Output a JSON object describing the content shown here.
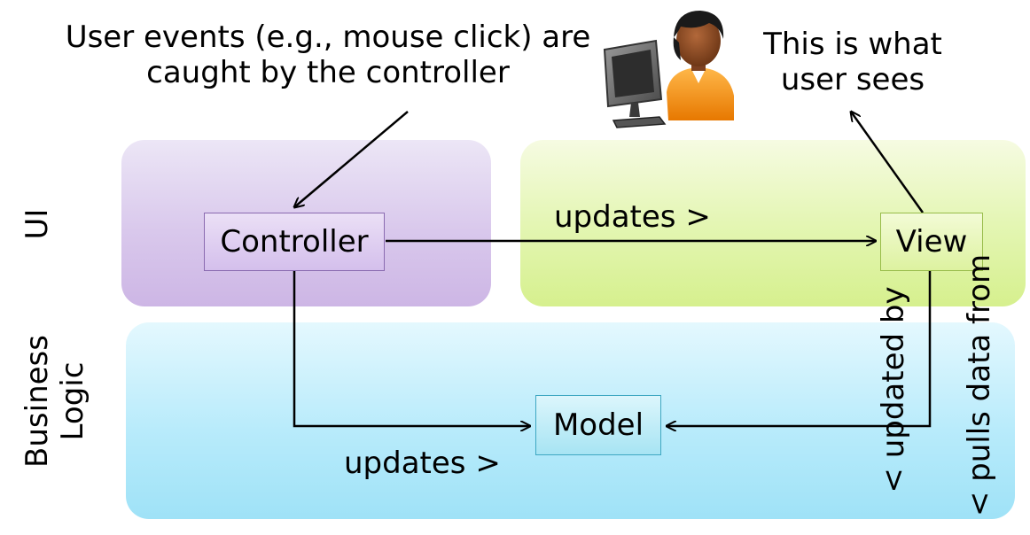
{
  "caption_controller": {
    "line1": "User events (e.g., mouse click) are",
    "line2": "caught by the controller"
  },
  "caption_view": {
    "line1": "This is what",
    "line2": "user sees"
  },
  "layers": {
    "ui": "UI",
    "business_line1": "Business",
    "business_line2": "Logic"
  },
  "nodes": {
    "controller": "Controller",
    "view": "View",
    "model": "Model"
  },
  "edges": {
    "controller_to_view": "updates >",
    "controller_to_model": "updates >",
    "model_updates_view": "< updated by",
    "view_pulls_model": "< pulls data from"
  },
  "icons": {
    "user": "user-at-computer-icon"
  },
  "colors": {
    "ui_left": "#d9c8ec",
    "ui_right": "#e4f6b4",
    "business_logic": "#b8ebfb",
    "controller_border": "#8a6ab0",
    "view_border": "#98bc4a",
    "model_border": "#3ea7c2"
  }
}
